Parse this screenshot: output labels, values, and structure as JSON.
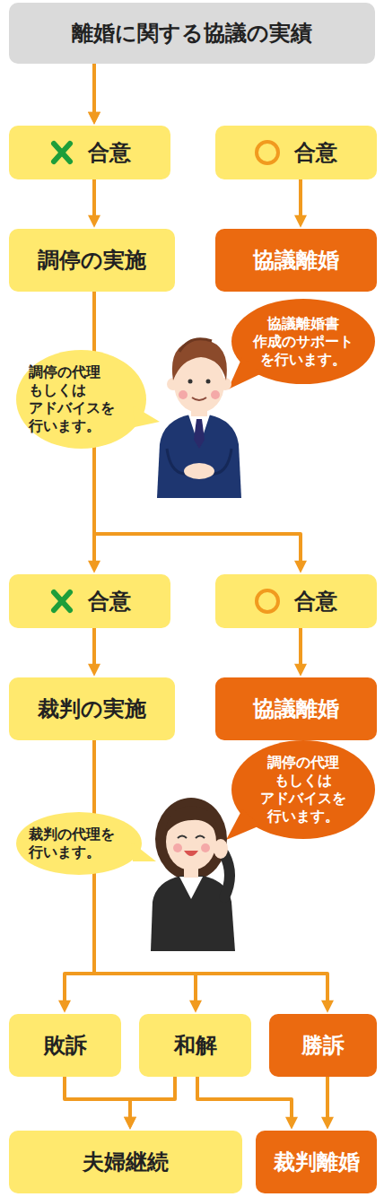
{
  "diagram": {
    "nodes": [
      {
        "text": [
          "離婚に関する協議の実績"
        ]
      },
      {
        "text": [
          "合意"
        ]
      },
      {
        "text": [
          "合意"
        ]
      },
      {
        "text": [
          "調停の実施"
        ]
      },
      {
        "text": [
          "協議離婚"
        ]
      },
      {
        "text": [
          "協議離婚書 作成のサポート を行います。"
        ]
      },
      {
        "text": [
          "調停の代理 もしくは アドバイスを 行います。"
        ]
      },
      {
        "text": [
          "合意"
        ]
      },
      {
        "text": [
          "合意"
        ]
      },
      {
        "text": [
          "裁判の実施"
        ]
      },
      {
        "text": [
          "協議離婚"
        ]
      },
      {
        "text": [
          "調停の代理 もしくは アドバイスを 行います。"
        ]
      },
      {
        "text": [
          "裁判の代理を 行います。"
        ]
      },
      {
        "text": [
          "敗訴"
        ]
      },
      {
        "text": [
          "和解"
        ]
      },
      {
        "text": [
          "勝訴"
        ]
      },
      {
        "text": [
          "夫婦継続"
        ]
      },
      {
        "text": [
          "裁判離婚"
        ]
      }
    ],
    "edges": [
      {
        "from": 0,
        "to": 1,
        "arrow": "to"
      },
      {
        "from": 0,
        "to": 2,
        "arrow": "to"
      },
      {
        "from": 1,
        "to": 3,
        "arrow": "to"
      },
      {
        "from": 2,
        "to": 4,
        "arrow": "to"
      },
      {
        "from": 3,
        "to": 7,
        "arrow": "to"
      },
      {
        "from": 3,
        "to": 8,
        "arrow": "to"
      },
      {
        "from": 7,
        "to": 9,
        "arrow": "to"
      },
      {
        "from": 8,
        "to": 10,
        "arrow": "to"
      },
      {
        "from": 9,
        "to": 13,
        "arrow": "to"
      },
      {
        "from": 9,
        "to": 14,
        "arrow": "to"
      },
      {
        "from": 9,
        "to": 15,
        "arrow": "to"
      },
      {
        "from": 13,
        "to": 16,
        "arrow": "to"
      },
      {
        "from": 14,
        "to": 16,
        "arrow": "to"
      },
      {
        "from": 14,
        "to": 17,
        "arrow": "to"
      },
      {
        "from": 15,
        "to": 17,
        "arrow": "to"
      }
    ]
  }
}
